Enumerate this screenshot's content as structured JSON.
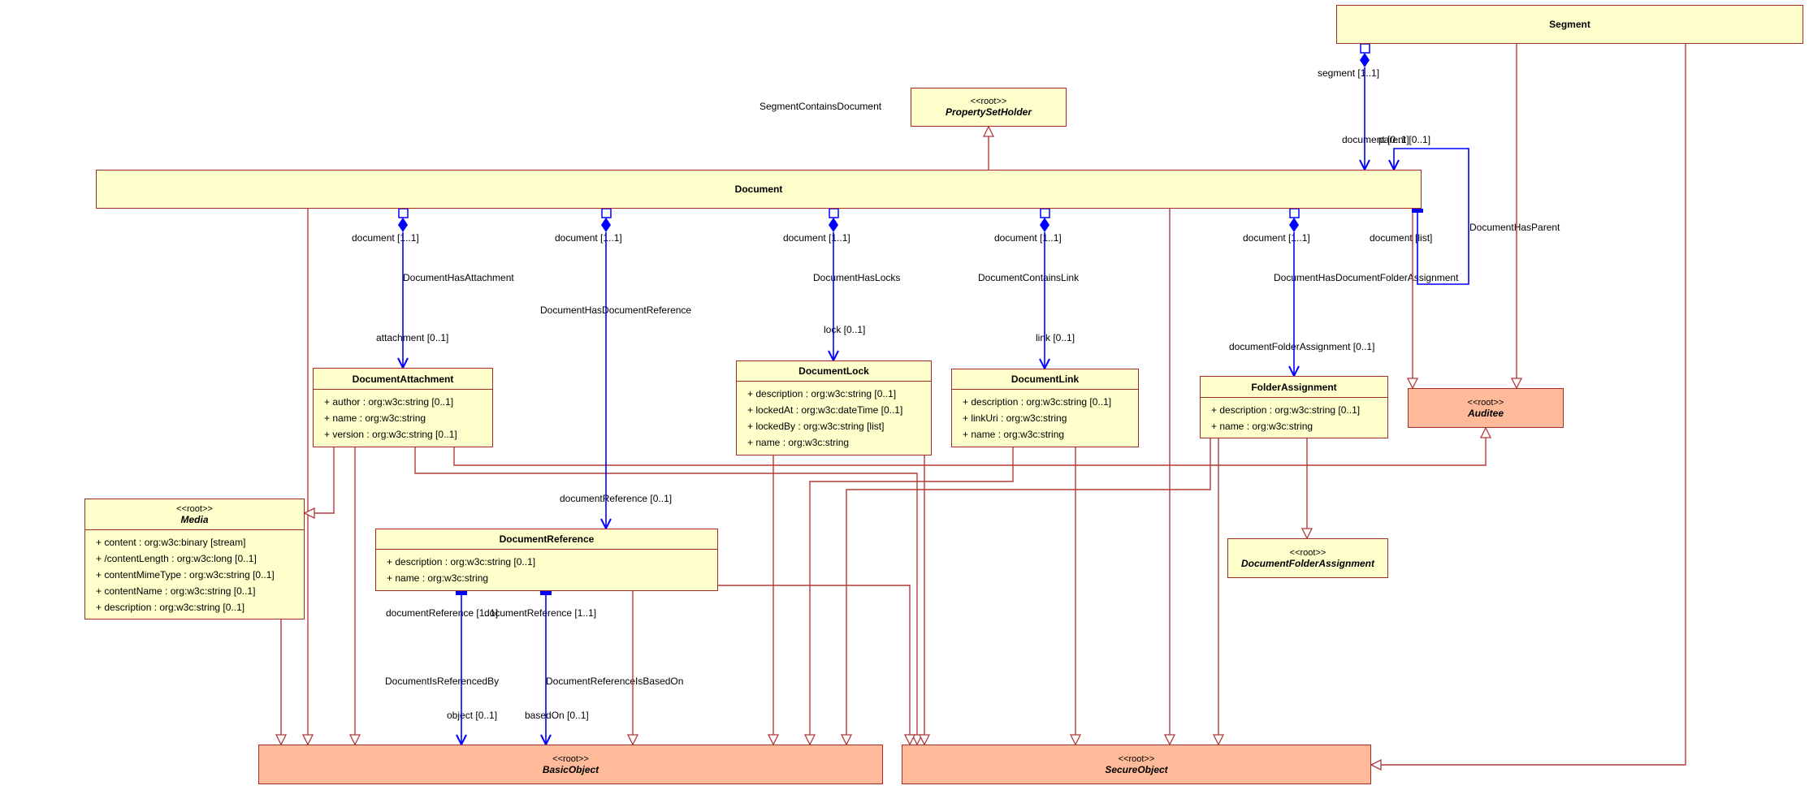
{
  "classes": {
    "segment": {
      "name": "Segment"
    },
    "property_set_holder": {
      "stereotype": "<<root>>",
      "name": "PropertySetHolder"
    },
    "document": {
      "name": "Document"
    },
    "document_attachment": {
      "name": "DocumentAttachment",
      "attributes": [
        "+ author : org:w3c:string [0..1]",
        "+ name : org:w3c:string",
        "+ version : org:w3c:string [0..1]"
      ]
    },
    "document_lock": {
      "name": "DocumentLock",
      "attributes": [
        "+ description : org:w3c:string [0..1]",
        "+ lockedAt : org:w3c:dateTime [0..1]",
        "+ lockedBy : org:w3c:string [list]",
        "+ name : org:w3c:string"
      ]
    },
    "document_link": {
      "name": "DocumentLink",
      "attributes": [
        "+ description : org:w3c:string [0..1]",
        "+ linkUri : org:w3c:string",
        "+ name : org:w3c:string"
      ]
    },
    "folder_assignment": {
      "name": "FolderAssignment",
      "attributes": [
        "+ description : org:w3c:string [0..1]",
        "+ name : org:w3c:string"
      ]
    },
    "auditee": {
      "stereotype": "<<root>>",
      "name": "Auditee"
    },
    "media": {
      "stereotype": "<<root>>",
      "name": "Media",
      "attributes": [
        "+ content : org:w3c:binary [stream]",
        "+ /contentLength : org:w3c:long [0..1]",
        "+ contentMimeType : org:w3c:string [0..1]",
        "+ contentName : org:w3c:string [0..1]",
        "+ description : org:w3c:string [0..1]"
      ]
    },
    "document_reference": {
      "name": "DocumentReference",
      "attributes": [
        "+ description : org:w3c:string [0..1]",
        "+ name : org:w3c:string"
      ]
    },
    "document_folder_assignment": {
      "stereotype": "<<root>>",
      "name": "DocumentFolderAssignment"
    },
    "basic_object": {
      "stereotype": "<<root>>",
      "name": "BasicObject"
    },
    "secure_object": {
      "stereotype": "<<root>>",
      "name": "SecureObject"
    }
  },
  "associations": {
    "segment_contains_document": {
      "name": "SegmentContainsDocument",
      "source_role": "segment [1..1]",
      "target_role": "document [0..1]"
    },
    "document_has_parent": {
      "name": "DocumentHasParent",
      "source_role": "document [list]",
      "target_role": "parent [0..1]"
    },
    "document_has_attachment": {
      "name": "DocumentHasAttachment",
      "source_role": "document [1..1]",
      "target_role": "attachment [0..1]"
    },
    "document_has_document_reference": {
      "name": "DocumentHasDocumentReference",
      "source_role": "document [1..1]",
      "target_role": "documentReference [0..1]"
    },
    "document_has_locks": {
      "name": "DocumentHasLocks",
      "source_role": "document [1..1]",
      "target_role": "lock [0..1]"
    },
    "document_contains_link": {
      "name": "DocumentContainsLink",
      "source_role": "document [1..1]",
      "target_role": "link [0..1]"
    },
    "document_has_document_folder_assignment": {
      "name": "DocumentHasDocumentFolderAssignment",
      "source_role": "document [1..1]",
      "target_role": "documentFolderAssignment [0..1]"
    },
    "document_is_referenced_by": {
      "name": "DocumentIsReferencedBy",
      "source_role": "documentReference [1..1]",
      "target_role": "object [0..1]"
    },
    "document_reference_is_based_on": {
      "name": "DocumentReferenceIsBasedOn",
      "source_role": "documentReference [1..1]",
      "target_role": "basedOn [0..1]"
    }
  },
  "colors": {
    "class_fill": "#FFFFCC",
    "root_fill": "#FFBB99",
    "class_border": "#A52A2A",
    "generalization": "#B03A3A",
    "association": "#0000FF"
  }
}
